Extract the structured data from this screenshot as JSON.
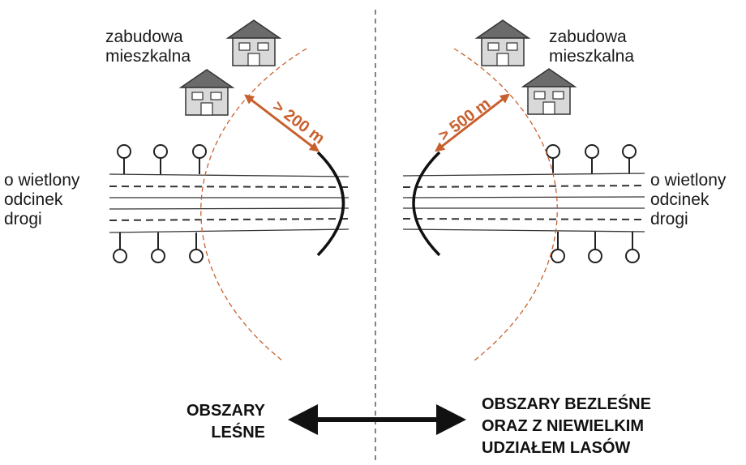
{
  "left": {
    "housing_label": [
      "zabudowa",
      "mieszkalna"
    ],
    "lit_road_label": [
      "o wietlony",
      "odcinek",
      "drogi"
    ],
    "distance": "> 200 m",
    "region_label": [
      "OBSZARY",
      "LEŚNE"
    ]
  },
  "right": {
    "housing_label": [
      "zabudowa",
      "mieszkalna"
    ],
    "lit_road_label": [
      "o wietlony",
      "odcinek",
      "drogi"
    ],
    "distance": "> 500 m",
    "region_label": [
      "OBSZARY BEZLEŚNE",
      "ORAZ Z NIEWIELKIM",
      "UDZIAŁEM  LASÓW"
    ]
  },
  "colors": {
    "accent": "#c8602e",
    "ink": "#1a1a1a",
    "house_fill": "#d9d9d9",
    "roof_fill": "#6b6b6b"
  }
}
